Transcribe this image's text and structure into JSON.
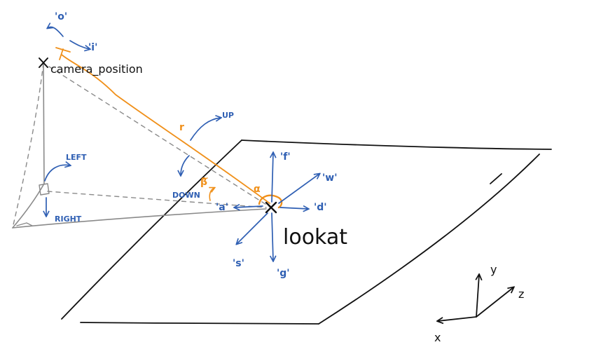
{
  "labels": {
    "camera_position": "camera_position",
    "lookat": "lookat",
    "r": "r",
    "alpha": "α",
    "beta": "β",
    "up": "UP",
    "down": "DOWN",
    "left": "LEFT",
    "right": "RIGHT",
    "key_o": "'o'",
    "key_i": "'i'",
    "key_f": "'f'",
    "key_w": "'w'",
    "key_d": "'d'",
    "key_a": "'a'",
    "key_s": "'s'",
    "key_g": "'g'",
    "axis_x": "x",
    "axis_y": "y",
    "axis_z": "z"
  },
  "colors": {
    "ink": "#111111",
    "construction": "#8a8a8a",
    "controls": "#2f5fb3",
    "orbit": "#f0901a"
  }
}
